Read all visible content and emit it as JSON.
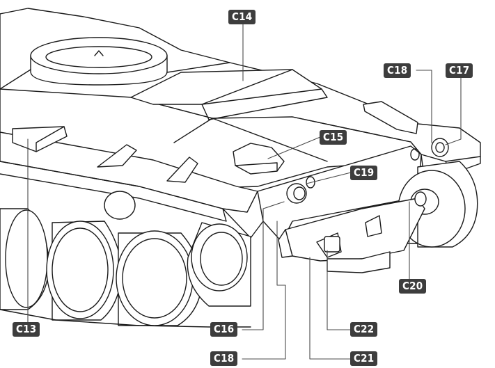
{
  "diagram": {
    "callouts": {
      "c13": "C13",
      "c14": "C14",
      "c15": "C15",
      "c16": "C16",
      "c17": "C17",
      "c18_top": "C18",
      "c18_bottom": "C18",
      "c19": "C19",
      "c20": "C20",
      "c21": "C21",
      "c22": "C22"
    },
    "colors": {
      "label_bg": "#3d3d3d",
      "label_text": "#ffffff",
      "line": "#1a1a1a",
      "background": "#ffffff"
    }
  }
}
